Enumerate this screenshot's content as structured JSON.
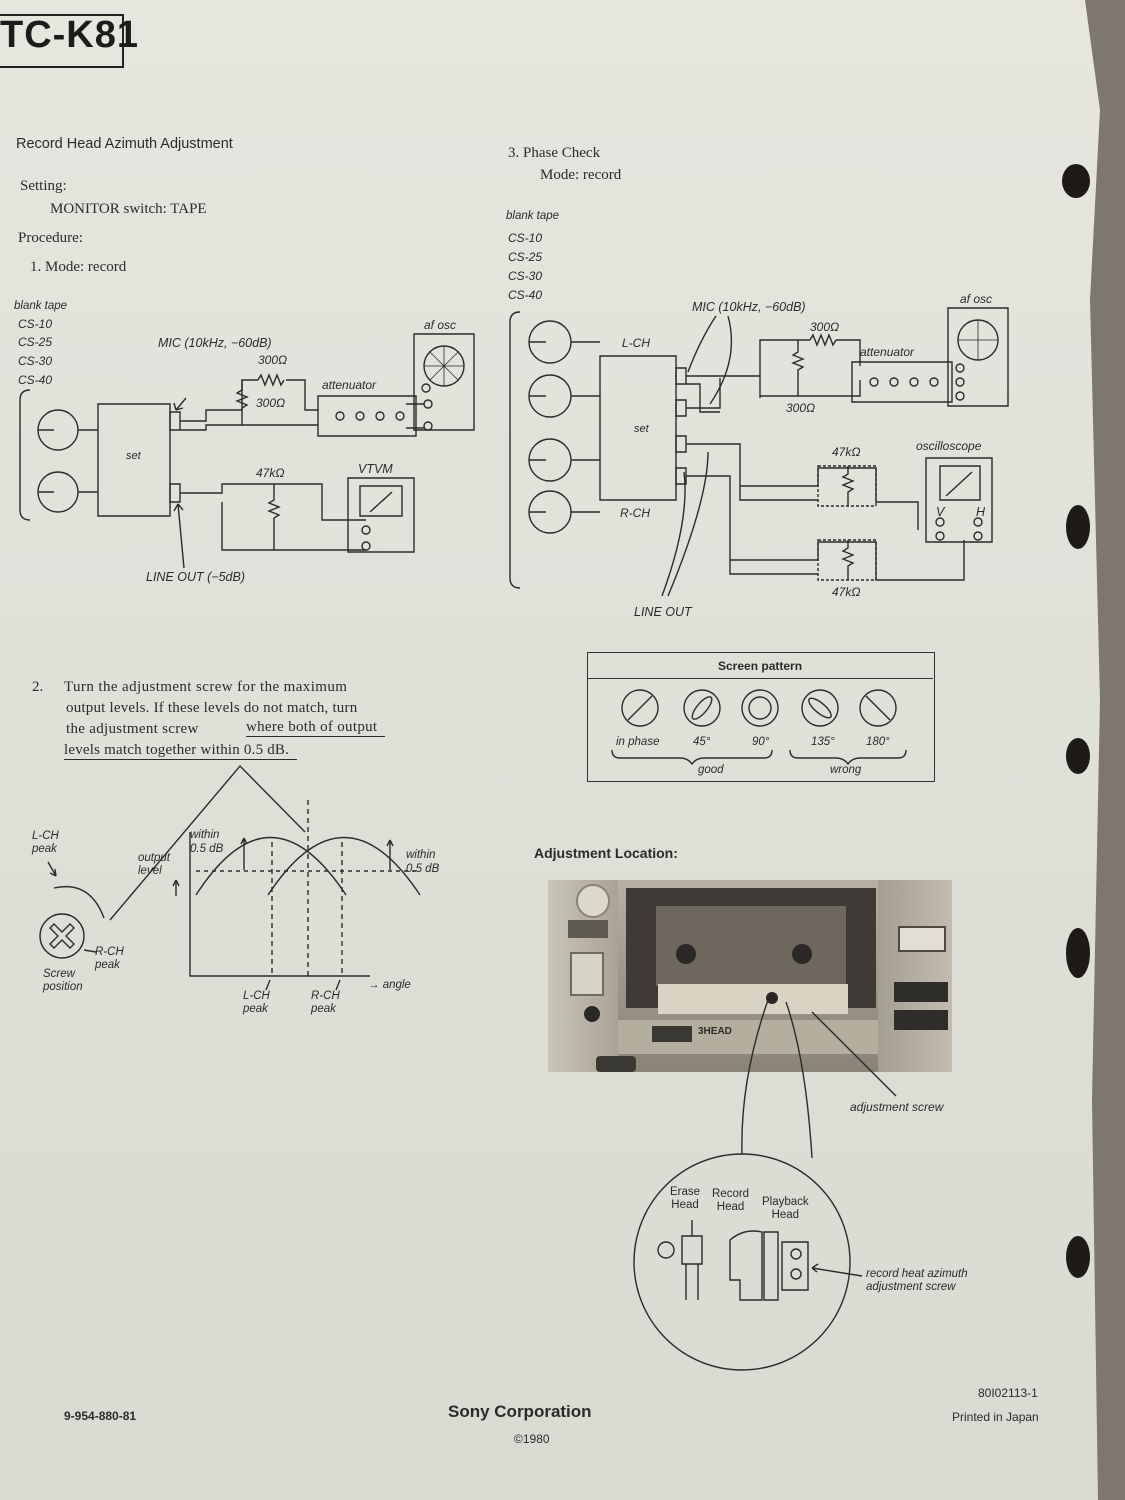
{
  "header": {
    "model": "TC-K81"
  },
  "left": {
    "section_title": "Record Head Azimuth Adjustment",
    "setting_label": "Setting:",
    "monitor_setting": "MONITOR switch: TAPE",
    "procedure_label": "Procedure:",
    "step1": "1.   Mode: record",
    "diagram1": {
      "blank_tape": "blank tape",
      "tapes": [
        "CS-10",
        "CS-25",
        "CS-30",
        "CS-40"
      ],
      "mic": "MIC (10kHz, −60dB)",
      "r300a": "300Ω",
      "r300b": "300Ω",
      "attenuator": "attenuator",
      "af_osc": "af osc",
      "set": "set",
      "r47k": "47kΩ",
      "vtvm": "VTVM",
      "line_out": "LINE OUT (−5dB)"
    },
    "step2": {
      "number": "2.",
      "line1": "Turn the adjustment screw for the maximum",
      "line2": "output levels. If these levels do not match, turn",
      "line3a": "the adjustment screw ",
      "line3b": "where both of output",
      "line4": "levels match together within 0.5 dB."
    },
    "graph": {
      "lch_peak": "L-CH\npeak",
      "within_left": "within\n0.5 dB",
      "output_level": "output\nlevel",
      "within_right": "within\n0.5 dB",
      "rch_peak": "R-CH\npeak",
      "screw_position": "Screw\nposition",
      "lch_peak_axis": "L-CH\npeak",
      "rch_peak_axis": "R-CH\npeak",
      "angle": "→ angle"
    }
  },
  "right": {
    "step3_title": "3.    Phase Check",
    "step3_mode": "Mode: record",
    "diagram3": {
      "blank_tape": "blank tape",
      "tapes": [
        "CS-10",
        "CS-25",
        "CS-30",
        "CS-40"
      ],
      "mic": "MIC (10kHz, −60dB)",
      "af_osc": "af osc",
      "lch": "L-CH",
      "r300a": "300Ω",
      "attenuator": "attenuator",
      "r300b": "300Ω",
      "set": "set",
      "r47ka": "47kΩ",
      "oscilloscope": "oscilloscope",
      "v": "V",
      "h": "H",
      "rch": "R-CH",
      "r47kb": "47kΩ",
      "line_out": "LINE OUT"
    },
    "screen_pattern": {
      "title": "Screen pattern",
      "labels": [
        "in phase",
        "45°",
        "90°",
        "135°",
        "180°"
      ],
      "good": "good",
      "wrong": "wrong"
    },
    "adjustment_location": "Adjustment Location:",
    "photo_labels": {
      "head": "3HEAD"
    },
    "adjustment_screw": "adjustment screw",
    "erase_head": "Erase\nHead",
    "record_head": "Record\nHead",
    "playback_head": "Playback\nHead",
    "azimuth_screw": "record heat azimuth\nadjustment screw"
  },
  "footer": {
    "part_number": "9-954-880-81",
    "company": "Sony Corporation",
    "copyright": "©1980",
    "doc_code": "80I02113-1",
    "printed": "Printed in Japan"
  }
}
